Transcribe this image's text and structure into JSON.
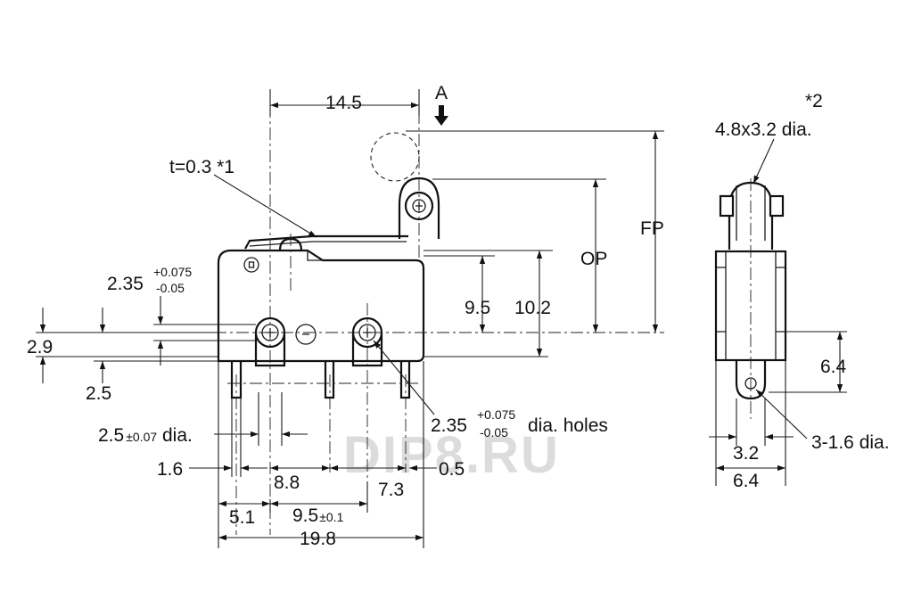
{
  "labels": {
    "dim_14_5": "14.5",
    "arrow_a": "A",
    "lever_thickness": "t=0.3 *1",
    "note_2": "*2",
    "roller_dia": "4.8x3.2 dia.",
    "fp": "FP",
    "op": "OP",
    "dim_9_5": "9.5",
    "dim_10_2": "10.2",
    "hole_dia_base": "2.35",
    "tol_plus": "+0.075",
    "tol_minus": "-0.05",
    "dim_2_9": "2.9",
    "dim_2_5": "2.5",
    "pin_dia_base": "2.5",
    "pin_dia_tol": "±0.07",
    "pin_dia_unit": " dia.",
    "holes_unit": " dia. holes",
    "dim_1_6": "1.6",
    "dim_8_8": "8.8",
    "dim_0_5": "0.5",
    "dim_7_3": "7.3",
    "dim_5_1": "5.1",
    "dim_9_5b_base": "9.5",
    "dim_9_5b_tol": "±0.1",
    "dim_19_8": "19.8",
    "dim_6_4_v": "6.4",
    "terminal_holes": "3-1.6 dia.",
    "dim_3_2": "3.2",
    "dim_6_4_h": "6.4",
    "watermark": "DIP8.RU"
  }
}
